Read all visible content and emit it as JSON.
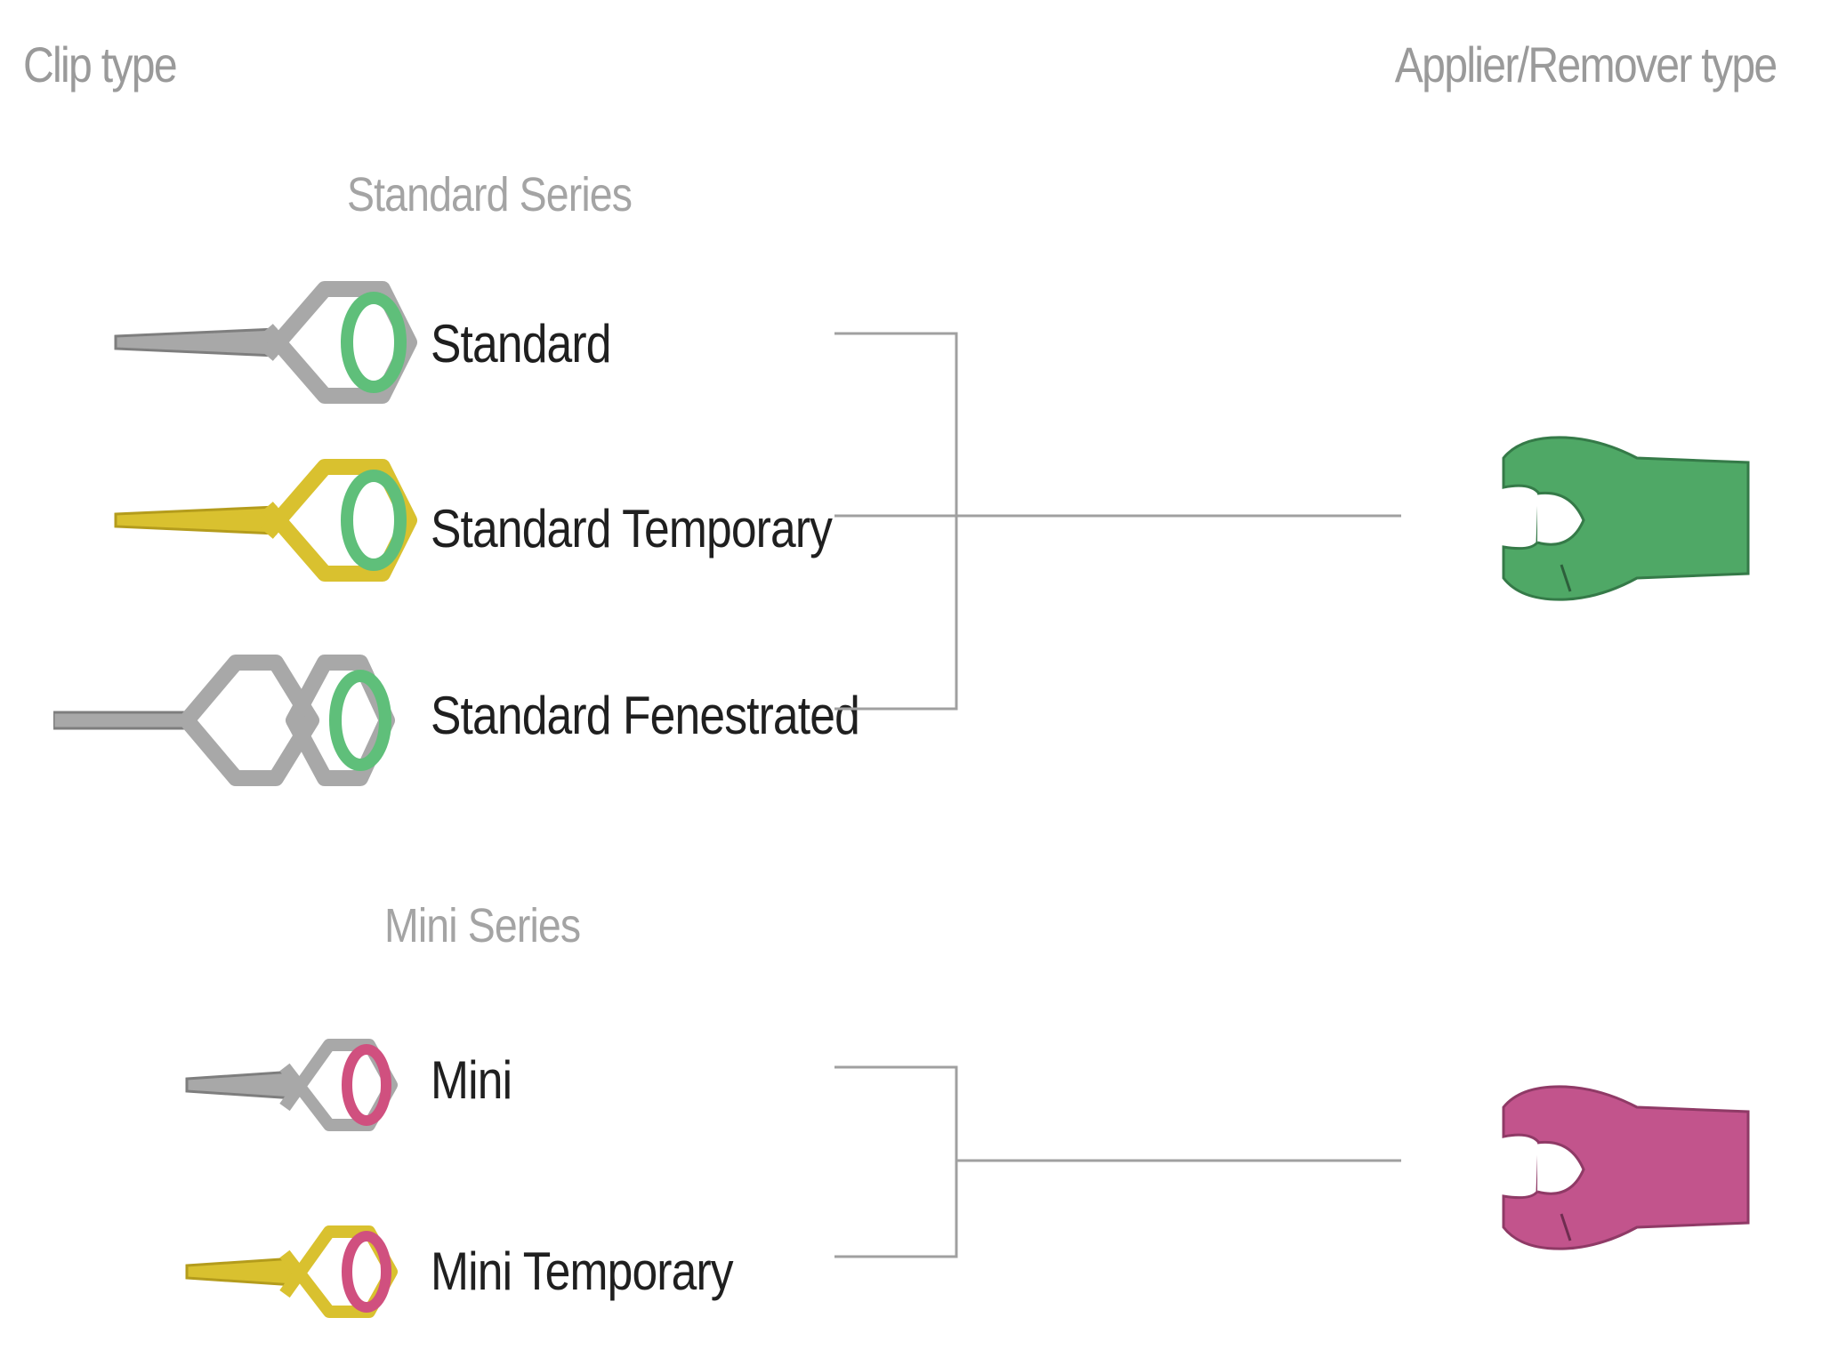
{
  "header": {
    "clip_type_label": "Clip type",
    "applier_type_label": "Applier/Remover type"
  },
  "standard_series": {
    "title": "Standard Series",
    "clips": [
      {
        "label": "Standard",
        "icon": "standard-clip-icon",
        "body_color": "#a8a8a8",
        "ring_color": "#5fbf7a"
      },
      {
        "label": "Standard Temporary",
        "icon": "standard-temporary-clip-icon",
        "body_color": "#d9c12f",
        "ring_color": "#5fbf7a"
      },
      {
        "label": "Standard Fenestrated",
        "icon": "standard-fenestrated-clip-icon",
        "body_color": "#a8a8a8",
        "ring_color": "#5fbf7a"
      }
    ],
    "applier": {
      "icon": "green-applier-icon",
      "color": "#4fa866"
    }
  },
  "mini_series": {
    "title": "Mini Series",
    "clips": [
      {
        "label": "Mini",
        "icon": "mini-clip-icon",
        "body_color": "#a8a8a8",
        "ring_color": "#d0507f"
      },
      {
        "label": "Mini Temporary",
        "icon": "mini-temporary-clip-icon",
        "body_color": "#d9c12f",
        "ring_color": "#d0507f"
      }
    ],
    "applier": {
      "icon": "pink-applier-icon",
      "color": "#c2548c"
    }
  }
}
